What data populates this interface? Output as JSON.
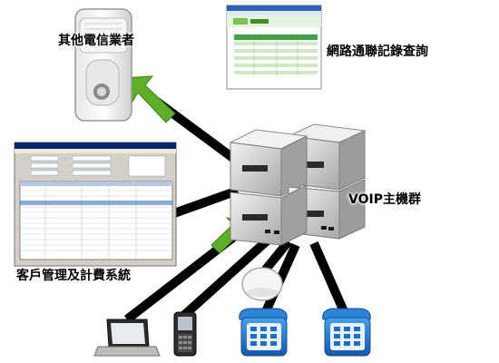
{
  "labels": {
    "telecom": "其他電信業者",
    "cdr_query": "網路通聯記錄查詢",
    "voip": "VOIP主機群",
    "billing": "客戶管理及計費系統"
  },
  "colors": {
    "line": "#000000",
    "arrow": "#5fae27",
    "server_silver": "#d6d6d6",
    "screen_bg": "#ffffff",
    "phone_blue": "#1e6fc4"
  },
  "icons": {
    "telecom": "tower-server-icon",
    "cdr_screenshot": "web-report-screenshot-icon",
    "billing_screenshot": "billing-software-screenshot-icon",
    "voip_cluster": "server-cluster-icon",
    "laptop": "laptop-icon",
    "mobile": "mobile-phone-icon",
    "ap": "wireless-access-point-icon",
    "phone1": "ip-phone-icon",
    "phone2": "ip-phone-icon"
  }
}
